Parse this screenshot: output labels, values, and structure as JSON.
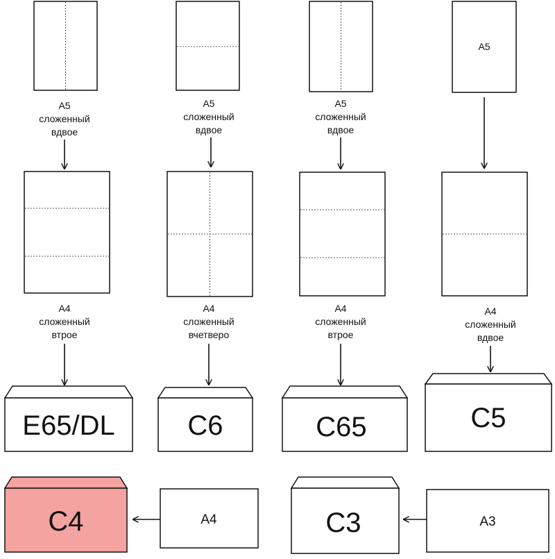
{
  "columns": [
    {
      "sheet_caption": [
        "A5",
        "сложенный",
        "вдвое"
      ],
      "folded_caption": [
        "A4",
        "сложенный",
        "втрое"
      ],
      "envelope": "E65/DL"
    },
    {
      "sheet_caption": [
        "A5",
        "сложенный",
        "вдвое"
      ],
      "folded_caption": [
        "A4",
        "сложенный",
        "вчетверо"
      ],
      "envelope": "C6"
    },
    {
      "sheet_caption": [
        "A5",
        "сложенный",
        "вдвое"
      ],
      "folded_caption": [
        "A4",
        "сложенный",
        "втрое"
      ],
      "envelope": "C65"
    },
    {
      "sheet_label": "A5",
      "folded_caption": [
        "A4",
        "сложенный",
        "вдвое"
      ],
      "envelope": "C5"
    }
  ],
  "bottom": {
    "c4_envelope": "C4",
    "a4_sheet": "A4",
    "c3_envelope": "C3",
    "a3_sheet": "A3"
  },
  "colors": {
    "highlight_fill": "#f4a3a0",
    "stroke": "#111111",
    "fold_line": "#555555"
  }
}
